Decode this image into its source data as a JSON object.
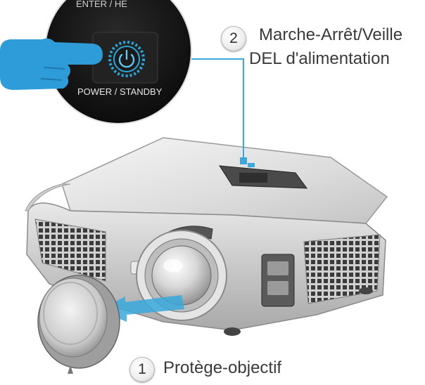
{
  "callouts": [
    {
      "number": "2",
      "lines": [
        "Marche-Arrêt/Veille",
        "DEL d'alimentation"
      ]
    },
    {
      "number": "1",
      "lines": [
        "Protège-objectif"
      ]
    }
  ],
  "zoom_panel": {
    "top_label": "ENTER / HE",
    "button_label": "POWER / STANDBY",
    "power_icon": "power-icon"
  },
  "colors": {
    "leader_line": "#3aa8dc",
    "pointer_arrow": "#3aa8dc",
    "hand": "#2e9cd8",
    "led_ring": "#2ba6d8",
    "panel_bg": "#161616"
  }
}
